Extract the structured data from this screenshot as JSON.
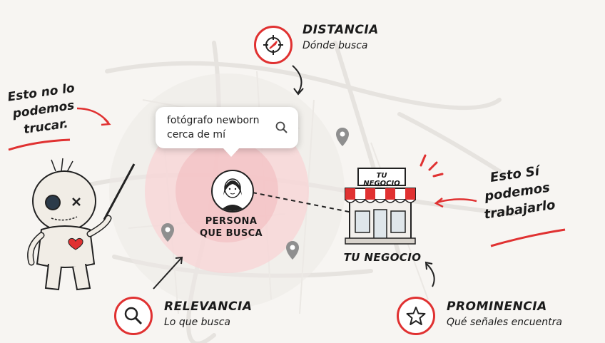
{
  "notes": {
    "left": "Esto no lo podemos trucar.",
    "right": "Esto Sí podemos trabajarlo"
  },
  "search": {
    "query": "fotógrafo newborn cerca de mí"
  },
  "person": {
    "label": "PERSONA QUE BUSCA"
  },
  "business": {
    "sign": "TU NEGOCIO",
    "label": "TU NEGOCIO"
  },
  "factors": {
    "distancia": {
      "title": "DISTANCIA",
      "subtitle": "Dónde busca",
      "icon": "crosshair-icon"
    },
    "relevancia": {
      "title": "RELEVANCIA",
      "subtitle": "Lo que busca",
      "icon": "search-icon"
    },
    "prominencia": {
      "title": "PROMINENCIA",
      "subtitle": "Qué señales encuentra",
      "icon": "star-icon"
    }
  },
  "colors": {
    "accent": "#e03131",
    "ring": "#f6c9cc",
    "background": "#f7f5f2"
  }
}
